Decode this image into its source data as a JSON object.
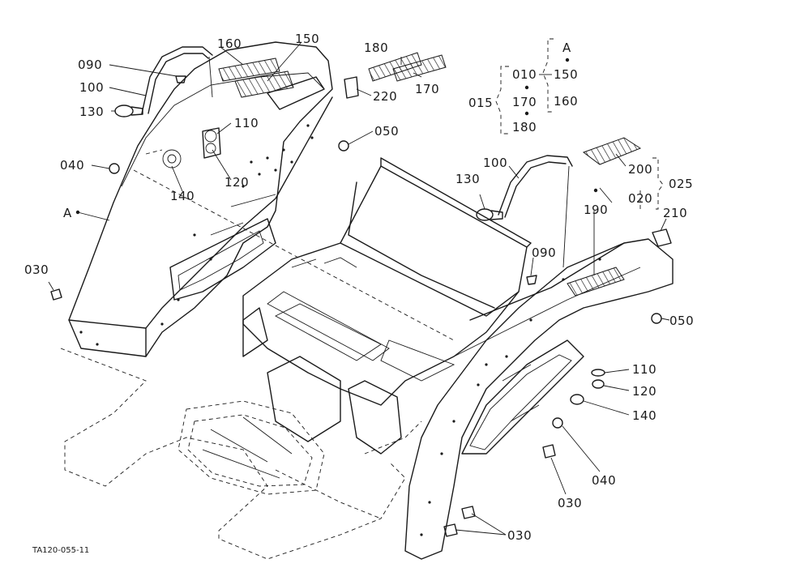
{
  "drawing_code": "TA120-055-11",
  "callouts": [
    {
      "id": "c090a",
      "text": "090"
    },
    {
      "id": "c100a",
      "text": "100"
    },
    {
      "id": "c130a",
      "text": "130"
    },
    {
      "id": "c160a",
      "text": "160"
    },
    {
      "id": "c150a",
      "text": "150"
    },
    {
      "id": "c110a",
      "text": "110"
    },
    {
      "id": "c120a",
      "text": "120"
    },
    {
      "id": "c140a",
      "text": "140"
    },
    {
      "id": "c040a",
      "text": "040"
    },
    {
      "id": "cA",
      "text": "A"
    },
    {
      "id": "c030a",
      "text": "030"
    },
    {
      "id": "c180a",
      "text": "180"
    },
    {
      "id": "c170a",
      "text": "170"
    },
    {
      "id": "c220",
      "text": "220"
    },
    {
      "id": "c050a",
      "text": "050"
    },
    {
      "id": "c100b",
      "text": "100"
    },
    {
      "id": "c130b",
      "text": "130"
    },
    {
      "id": "c200",
      "text": "200"
    },
    {
      "id": "c025",
      "text": "025"
    },
    {
      "id": "c020",
      "text": "020"
    },
    {
      "id": "c190",
      "text": "190"
    },
    {
      "id": "c210",
      "text": "210"
    },
    {
      "id": "c090b",
      "text": "090"
    },
    {
      "id": "c050b",
      "text": "050"
    },
    {
      "id": "c110b",
      "text": "110"
    },
    {
      "id": "c120b",
      "text": "120"
    },
    {
      "id": "c140b",
      "text": "140"
    },
    {
      "id": "c040b",
      "text": "040"
    },
    {
      "id": "c030b",
      "text": "030"
    },
    {
      "id": "c030c",
      "text": "030"
    }
  ],
  "assembly_key": {
    "group_label": "015",
    "group_items": [
      "010",
      "170",
      "180"
    ],
    "set_label": "A",
    "set_items": [
      "150",
      "160"
    ]
  }
}
